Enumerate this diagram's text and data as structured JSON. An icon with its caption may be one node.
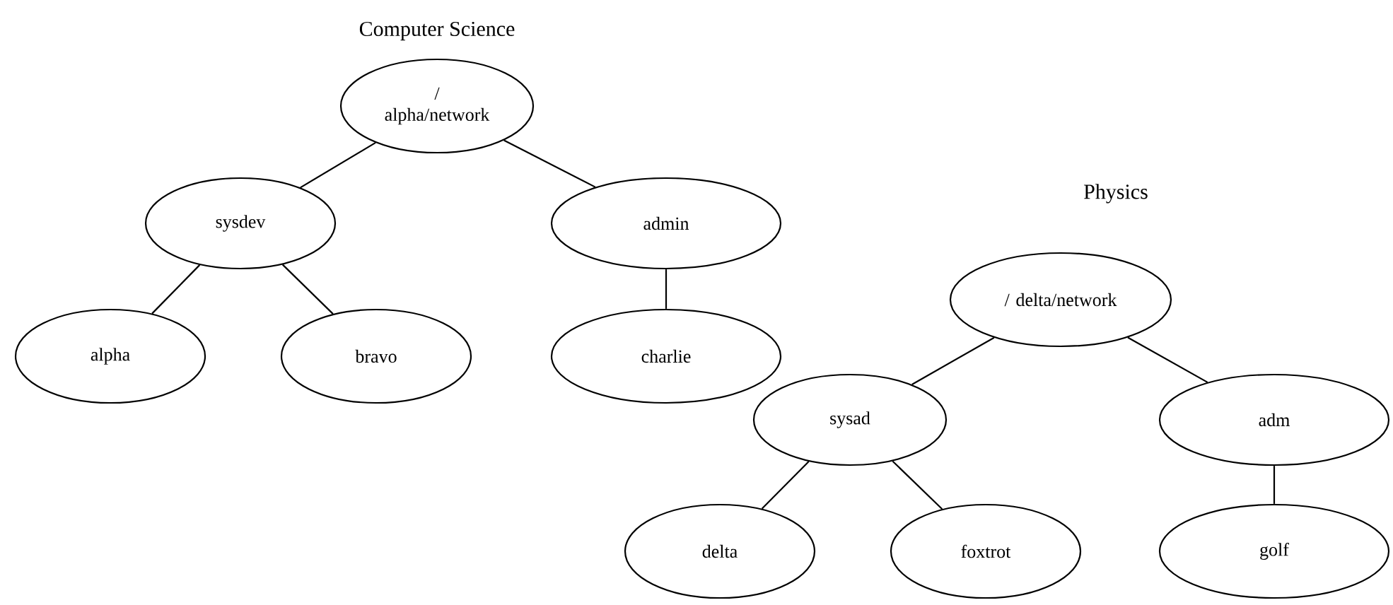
{
  "diagram": {
    "nodes": [
      {
        "text": [
          "/ alpha/network"
        ]
      },
      {
        "text": [
          "sysdev"
        ]
      },
      {
        "text": [
          "admin"
        ]
      },
      {
        "text": [
          "alpha"
        ]
      },
      {
        "text": [
          "bravo"
        ]
      },
      {
        "text": [
          "charlie"
        ]
      },
      {
        "text": [
          "/ delta/network"
        ]
      },
      {
        "text": [
          "sysad"
        ]
      },
      {
        "text": [
          "adm"
        ]
      },
      {
        "text": [
          "delta"
        ]
      },
      {
        "text": [
          "foxtrot"
        ]
      },
      {
        "text": [
          "golf"
        ]
      }
    ],
    "edges": [
      {
        "from": 0,
        "to": 1,
        "arrow": "none"
      },
      {
        "from": 0,
        "to": 2,
        "arrow": "none"
      },
      {
        "from": 1,
        "to": 3,
        "arrow": "none"
      },
      {
        "from": 1,
        "to": 4,
        "arrow": "none"
      },
      {
        "from": 2,
        "to": 5,
        "arrow": "none"
      },
      {
        "from": 6,
        "to": 7,
        "arrow": "none"
      },
      {
        "from": 6,
        "to": 8,
        "arrow": "none"
      },
      {
        "from": 7,
        "to": 9,
        "arrow": "none"
      },
      {
        "from": 7,
        "to": 10,
        "arrow": "none"
      },
      {
        "from": 8,
        "to": 11,
        "arrow": "none"
      }
    ],
    "labels": [
      "Computer Science",
      "Physics"
    ]
  }
}
